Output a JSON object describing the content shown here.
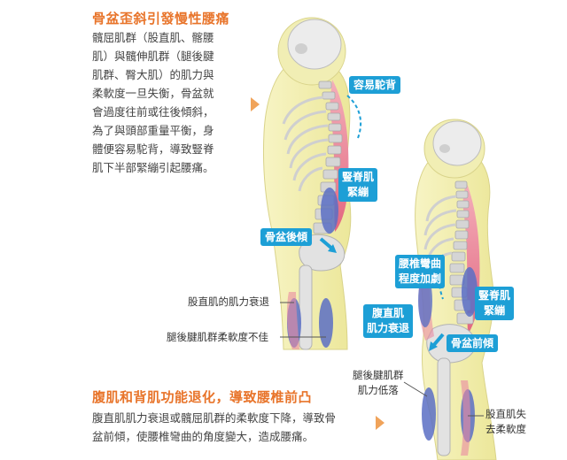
{
  "section1": {
    "title": "骨盆歪斜引發慢性腰痛",
    "lines": [
      "髖屈肌群（股直肌、髂腰",
      "肌）與髖伸肌群（腿後腱",
      "肌群、臀大肌）的肌力與",
      "柔軟度一旦失衡，骨盆就",
      "會過度往前或往後傾斜，",
      "為了與頭部重量平衡，身",
      "體便容易駝背，導致豎脊",
      "肌下半部緊繃引起腰痛。"
    ]
  },
  "section2": {
    "title": "腹肌和背肌功能退化，導致腰椎前凸",
    "lines": [
      "腹直肌肌力衰退或髖屈肌群的柔軟度下降，導致骨",
      "盆前傾，使腰椎彎曲的角度變大，造成腰痛。"
    ]
  },
  "figure_left": {
    "badge_hunchback": "容易駝背",
    "badge_erector": [
      "豎脊肌",
      "緊繃"
    ],
    "badge_pelvis": "骨盆後傾",
    "callout_rectus": "股直肌的肌力衰退",
    "callout_hamstring": "腿後腱肌群柔軟度不佳"
  },
  "figure_right": {
    "badge_lumbar": [
      "腰椎彎曲",
      "程度加劇"
    ],
    "badge_erector": [
      "豎脊肌",
      "緊繃"
    ],
    "badge_abs": [
      "腹直肌",
      "肌力衰退"
    ],
    "badge_pelvis": "骨盆前傾",
    "callout_hamstring": [
      "腿後腱肌群",
      "肌力低落"
    ],
    "callout_rectus": [
      "股直肌失",
      "去柔軟度"
    ]
  },
  "colors": {
    "accent": "#e8742a",
    "badge": "#1d9fd6",
    "skin": "#f3efa8",
    "bone": "#d7d7d7",
    "muscle_red": "#e56a8a",
    "muscle_blue": "#5b6fc4"
  }
}
